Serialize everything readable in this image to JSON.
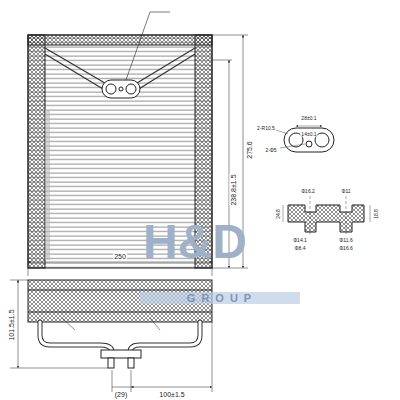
{
  "diagram": {
    "labels": [
      "250",
      "275.6",
      "238.8±1.5",
      "101.5±1.5",
      "(29)",
      "100±1.5",
      "28±0.1",
      "14±0.1",
      "2-R10.5",
      "2-Φ5",
      "Φ16.2",
      "Φ11",
      "24.8",
      "18.8",
      "Φ14.1",
      "Φ8.4",
      "Φ11.6",
      "Φ16.6",
      "H&D",
      "GROUP"
    ]
  }
}
